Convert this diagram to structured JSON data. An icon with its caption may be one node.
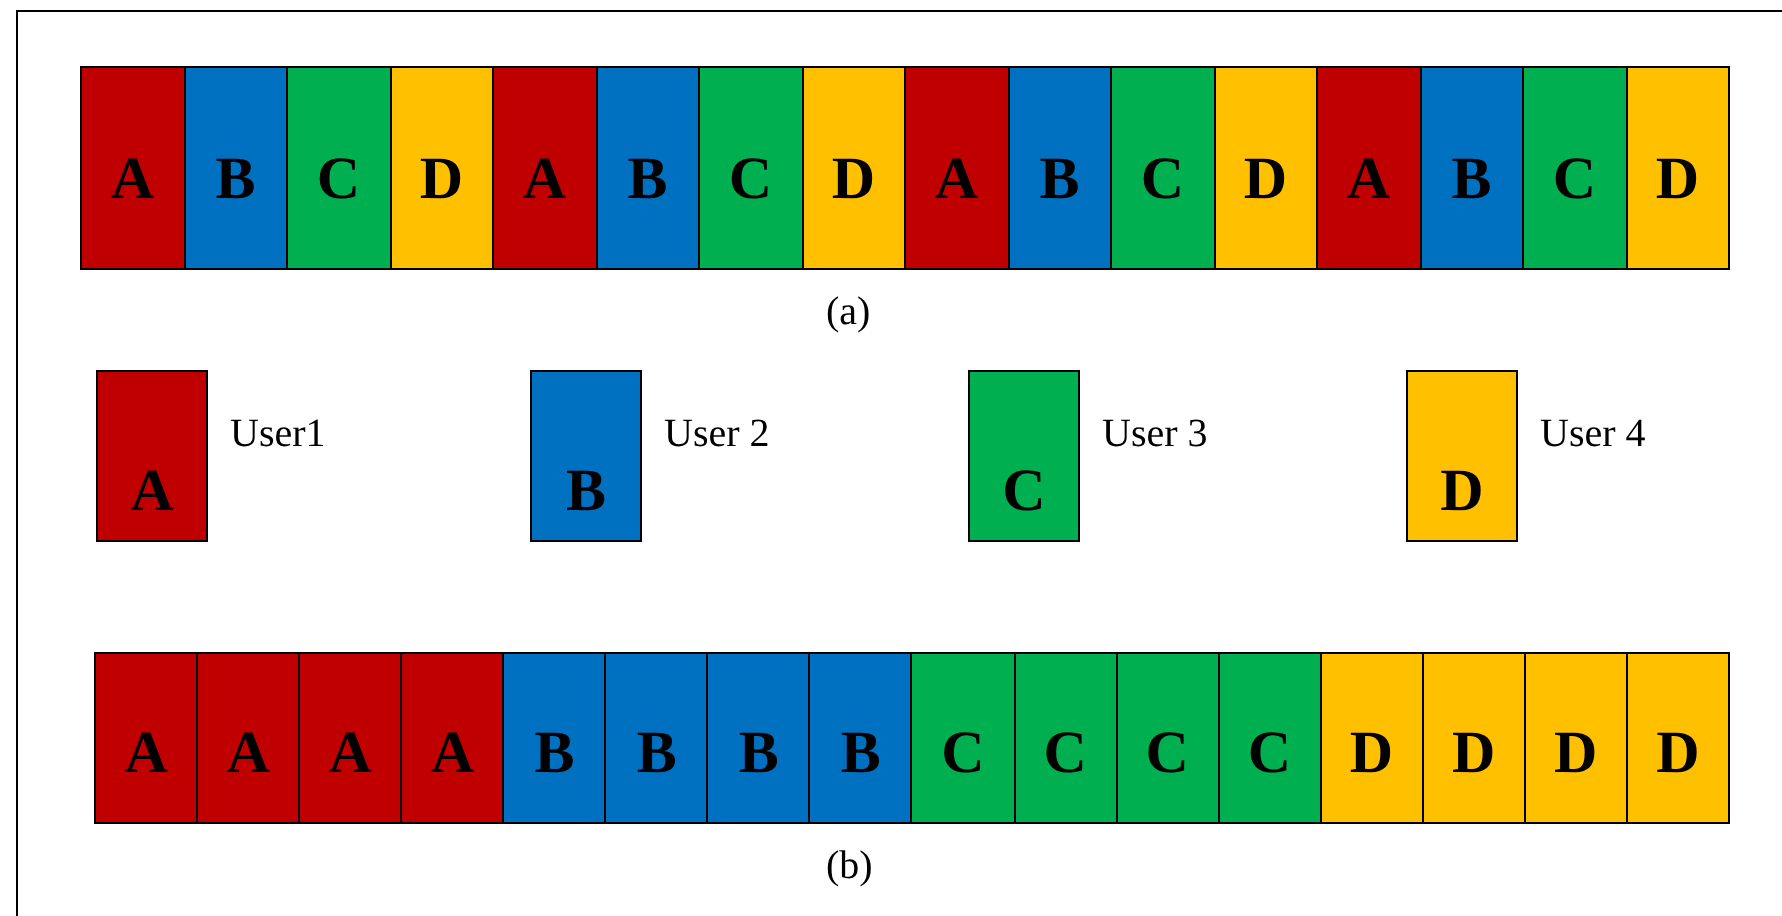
{
  "diagram": {
    "nodes": [
      {
        "text": [
          "A"
        ]
      },
      {
        "text": [
          "B"
        ]
      },
      {
        "text": [
          "C"
        ]
      },
      {
        "text": [
          "D"
        ]
      },
      {
        "text": [
          "A"
        ]
      },
      {
        "text": [
          "B"
        ]
      },
      {
        "text": [
          "C"
        ]
      },
      {
        "text": [
          "D"
        ]
      },
      {
        "text": [
          "A"
        ]
      },
      {
        "text": [
          "B"
        ]
      },
      {
        "text": [
          "C"
        ]
      },
      {
        "text": [
          "D"
        ]
      },
      {
        "text": [
          "A"
        ]
      },
      {
        "text": [
          "B"
        ]
      },
      {
        "text": [
          "C"
        ]
      },
      {
        "text": [
          "D"
        ]
      },
      {
        "text": [
          "A"
        ],
        "beside": [
          "User1"
        ]
      },
      {
        "text": [
          "B"
        ],
        "beside": [
          "User 2"
        ]
      },
      {
        "text": [
          "C"
        ],
        "beside": [
          "User 3"
        ]
      },
      {
        "text": [
          "D"
        ],
        "beside": [
          "User 4"
        ]
      },
      {
        "text": [
          "A"
        ]
      },
      {
        "text": [
          "A"
        ]
      },
      {
        "text": [
          "A"
        ]
      },
      {
        "text": [
          "A"
        ]
      },
      {
        "text": [
          "B"
        ]
      },
      {
        "text": [
          "B"
        ]
      },
      {
        "text": [
          "B"
        ]
      },
      {
        "text": [
          "B"
        ]
      },
      {
        "text": [
          "C"
        ]
      },
      {
        "text": [
          "C"
        ]
      },
      {
        "text": [
          "C"
        ]
      },
      {
        "text": [
          "C"
        ]
      },
      {
        "text": [
          "D"
        ]
      },
      {
        "text": [
          "D"
        ]
      },
      {
        "text": [
          "D"
        ]
      },
      {
        "text": [
          "D"
        ]
      }
    ],
    "labels": [
      "(a)",
      "(b)"
    ]
  }
}
